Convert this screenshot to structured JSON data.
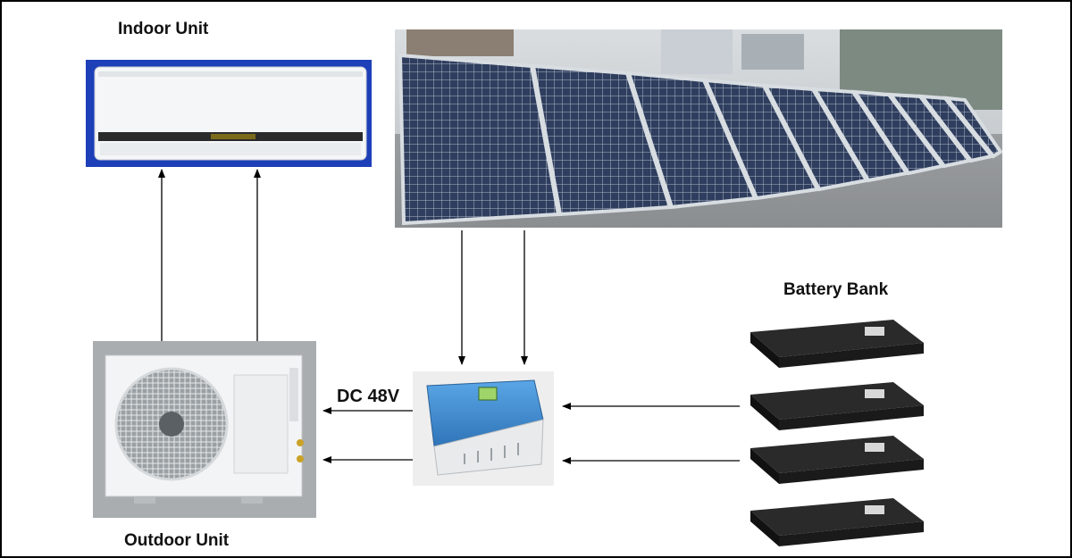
{
  "labels": {
    "indoor_unit": "Indoor Unit",
    "outdoor_unit": "Outdoor Unit",
    "battery_bank": "Battery Bank",
    "dc_voltage": "DC 48V"
  },
  "colors": {
    "line": "#000000",
    "indoor_unit_body": "#f4f6f8",
    "indoor_unit_backdrop": "#1d3fb8",
    "panel_cell": "#3a4a6b",
    "controller_body": "#3f8fd6",
    "battery_body": "#1a1a1a"
  },
  "icons": {
    "indoor_unit": "air-conditioner-indoor-unit",
    "outdoor_unit": "air-conditioner-outdoor-unit",
    "solar_panels": "solar-panel-array",
    "controller": "solar-charge-controller",
    "battery": "battery"
  }
}
